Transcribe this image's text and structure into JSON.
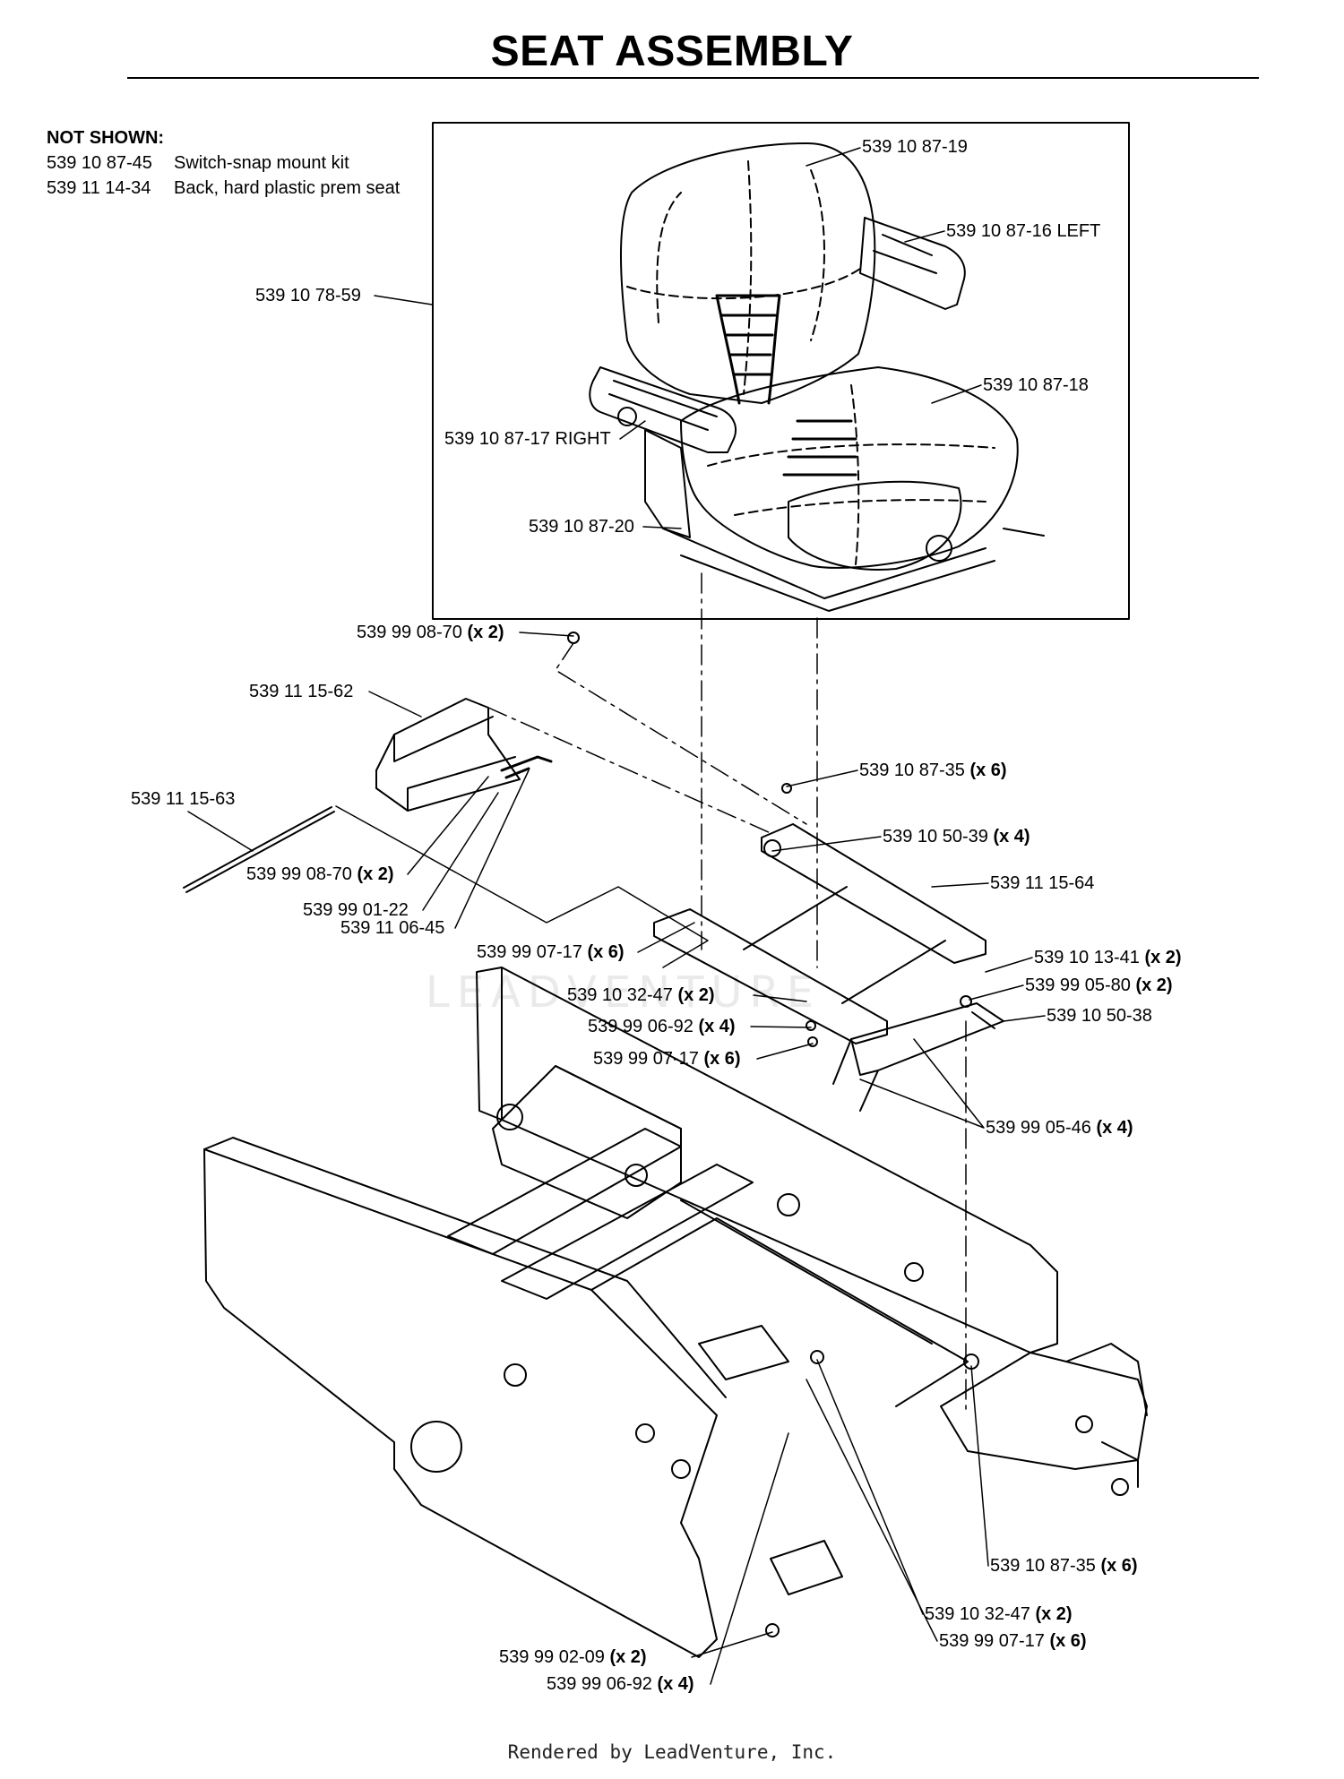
{
  "title": "SEAT ASSEMBLY",
  "not_shown": {
    "heading": "NOT SHOWN:",
    "items": [
      {
        "part": "539 10 87-45",
        "desc": "Switch-snap mount kit"
      },
      {
        "part": "539 11 14-34",
        "desc": "Back, hard plastic prem seat"
      }
    ]
  },
  "callouts": [
    {
      "part": "539 10 87-19",
      "qty": ""
    },
    {
      "part": "539 10 87-16 LEFT",
      "qty": ""
    },
    {
      "part": "539 10 78-59",
      "qty": ""
    },
    {
      "part": "539 10 87-18",
      "qty": ""
    },
    {
      "part": "539 10 87-17 RIGHT",
      "qty": ""
    },
    {
      "part": "539 10 87-20",
      "qty": ""
    },
    {
      "part": "539 99 08-70",
      "qty": "(x 2)"
    },
    {
      "part": "539 11 15-62",
      "qty": ""
    },
    {
      "part": "539 10 87-35",
      "qty": "(x 6)"
    },
    {
      "part": "539 11 15-63",
      "qty": ""
    },
    {
      "part": "539 10 50-39",
      "qty": "(x 4)"
    },
    {
      "part": "539 11 15-64",
      "qty": ""
    },
    {
      "part": "539 99 08-70",
      "qty": "(x 2)"
    },
    {
      "part": "539 99 01-22",
      "qty": ""
    },
    {
      "part": "539 11 06-45",
      "qty": ""
    },
    {
      "part": "539 99 07-17",
      "qty": "(x 6)"
    },
    {
      "part": "539 10 13-41",
      "qty": "(x 2)"
    },
    {
      "part": "539 10 32-47",
      "qty": "(x 2)"
    },
    {
      "part": "539 99 05-80",
      "qty": "(x 2)"
    },
    {
      "part": "539 10 50-38",
      "qty": ""
    },
    {
      "part": "539 99 06-92",
      "qty": "(x 4)"
    },
    {
      "part": "539 99 07-17",
      "qty": "(x 6)"
    },
    {
      "part": "539 99 05-46",
      "qty": "(x 4)"
    },
    {
      "part": "539 10 87-35",
      "qty": "(x 6)"
    },
    {
      "part": "539 10 32-47",
      "qty": "(x 2)"
    },
    {
      "part": "539 99 07-17",
      "qty": "(x 6)"
    },
    {
      "part": "539 99 02-09",
      "qty": "(x 2)"
    },
    {
      "part": "539 99 06-92",
      "qty": "(x 4)"
    }
  ],
  "watermark": "LEADVENTURE",
  "footer": "Rendered by LeadVenture, Inc."
}
